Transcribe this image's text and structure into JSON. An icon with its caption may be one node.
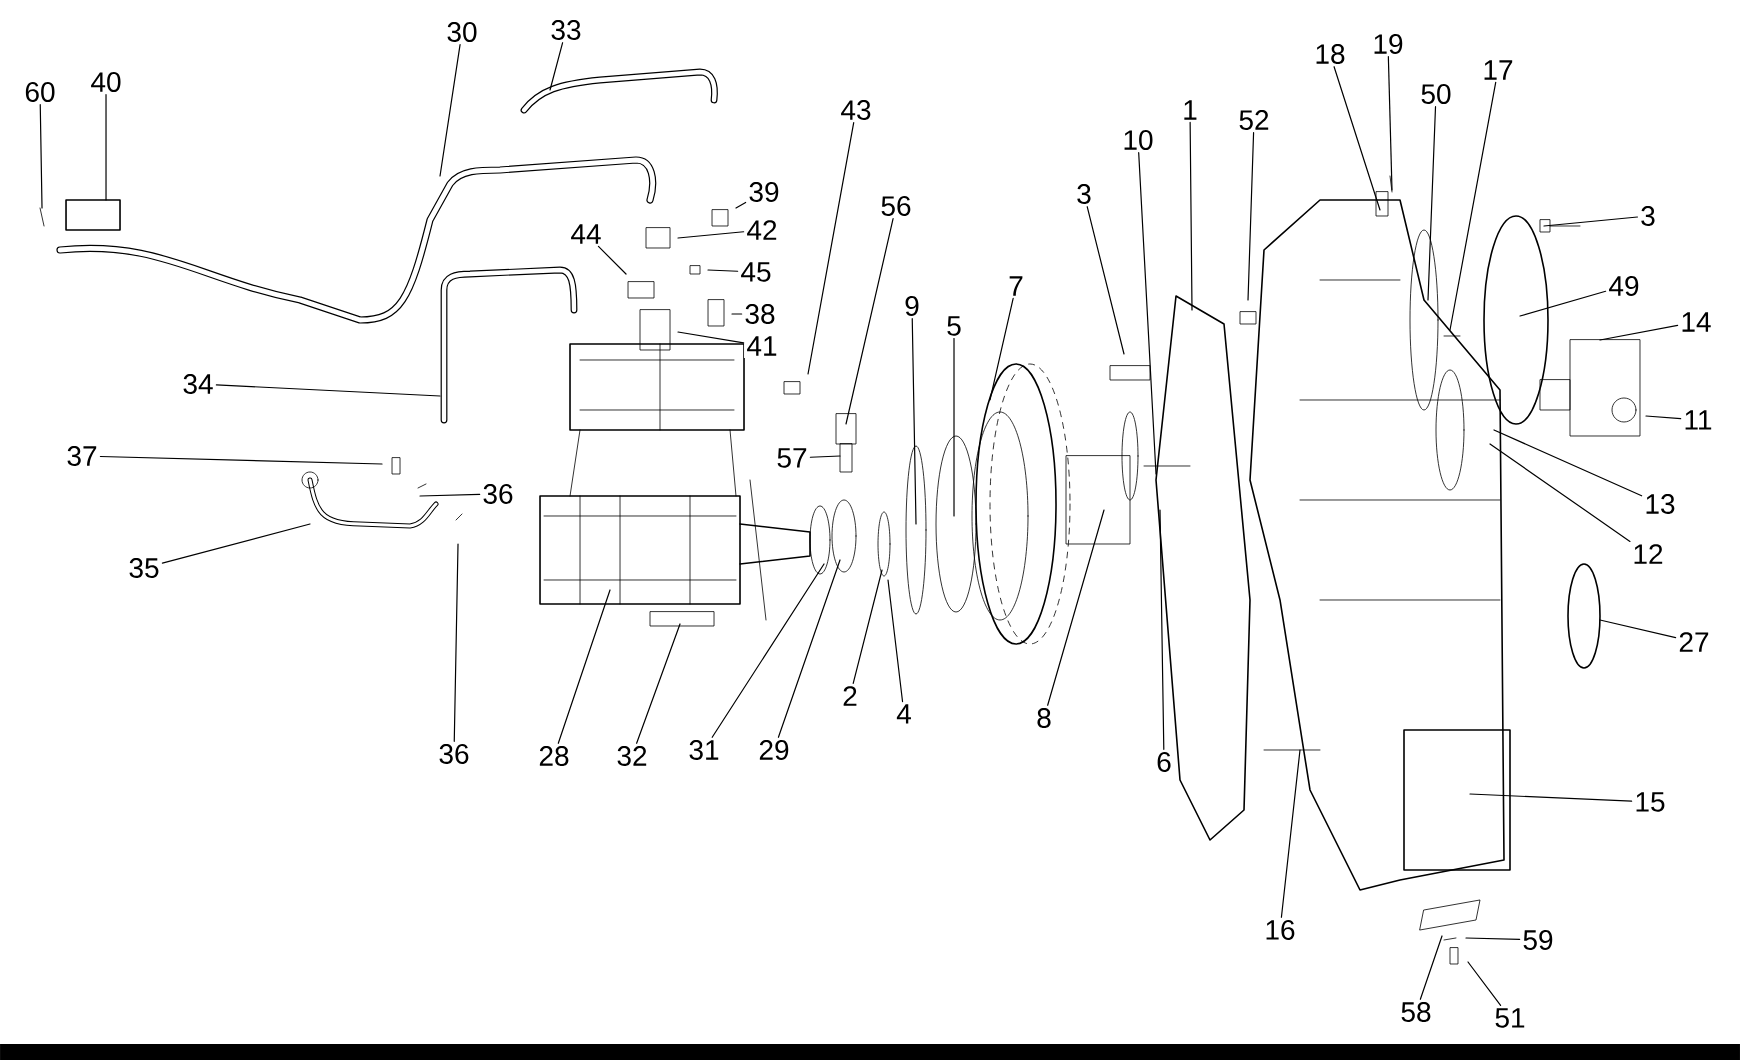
{
  "diagram": {
    "nodes": [
      {
        "text": [
          "30"
        ]
      },
      {
        "text": [
          "33"
        ]
      },
      {
        "text": [
          "60"
        ]
      },
      {
        "text": [
          "40"
        ]
      },
      {
        "text": [
          "43"
        ]
      },
      {
        "text": [
          "18"
        ]
      },
      {
        "text": [
          "19"
        ]
      },
      {
        "text": [
          "50"
        ]
      },
      {
        "text": [
          "17"
        ]
      },
      {
        "text": [
          "10"
        ]
      },
      {
        "text": [
          "1"
        ]
      },
      {
        "text": [
          "52"
        ]
      },
      {
        "text": [
          "3"
        ]
      },
      {
        "text": [
          "3"
        ]
      },
      {
        "text": [
          "56"
        ]
      },
      {
        "text": [
          "39"
        ]
      },
      {
        "text": [
          "42"
        ]
      },
      {
        "text": [
          "44"
        ]
      },
      {
        "text": [
          "45"
        ]
      },
      {
        "text": [
          "49"
        ]
      },
      {
        "text": [
          "9"
        ]
      },
      {
        "text": [
          "5"
        ]
      },
      {
        "text": [
          "7"
        ]
      },
      {
        "text": [
          "38"
        ]
      },
      {
        "text": [
          "14"
        ]
      },
      {
        "text": [
          "41"
        ]
      },
      {
        "text": [
          "34"
        ]
      },
      {
        "text": [
          "11"
        ]
      },
      {
        "text": [
          "57"
        ]
      },
      {
        "text": [
          "37"
        ]
      },
      {
        "text": [
          "36"
        ]
      },
      {
        "text": [
          "13"
        ]
      },
      {
        "text": [
          "35"
        ]
      },
      {
        "text": [
          "12"
        ]
      },
      {
        "text": [
          "27"
        ]
      },
      {
        "text": [
          "8"
        ]
      },
      {
        "text": [
          "28"
        ]
      },
      {
        "text": [
          "32"
        ]
      },
      {
        "text": [
          "31"
        ]
      },
      {
        "text": [
          "29"
        ]
      },
      {
        "text": [
          "2"
        ]
      },
      {
        "text": [
          "4"
        ]
      },
      {
        "text": [
          "6"
        ]
      },
      {
        "text": [
          "36"
        ]
      },
      {
        "text": [
          "16"
        ]
      },
      {
        "text": [
          "15"
        ]
      },
      {
        "text": [
          "59"
        ]
      },
      {
        "text": [
          "58"
        ]
      },
      {
        "text": [
          "51"
        ]
      }
    ],
    "edges": [
      {
        "from": 0,
        "to": null,
        "arrow": "none"
      },
      {
        "from": 1,
        "to": null,
        "arrow": "none"
      },
      {
        "from": 2,
        "to": null,
        "arrow": "none"
      },
      {
        "from": 3,
        "to": null,
        "arrow": "none"
      },
      {
        "from": 4,
        "to": null,
        "arrow": "none"
      },
      {
        "from": 5,
        "to": null,
        "arrow": "none"
      },
      {
        "from": 6,
        "to": null,
        "arrow": "none"
      },
      {
        "from": 7,
        "to": null,
        "arrow": "none"
      },
      {
        "from": 8,
        "to": null,
        "arrow": "none"
      },
      {
        "from": 9,
        "to": null,
        "arrow": "none"
      },
      {
        "from": 10,
        "to": null,
        "arrow": "none"
      },
      {
        "from": 11,
        "to": null,
        "arrow": "none"
      },
      {
        "from": 12,
        "to": null,
        "arrow": "none"
      },
      {
        "from": 13,
        "to": null,
        "arrow": "none"
      },
      {
        "from": 14,
        "to": null,
        "arrow": "none"
      },
      {
        "from": 15,
        "to": null,
        "arrow": "none"
      },
      {
        "from": 16,
        "to": null,
        "arrow": "none"
      },
      {
        "from": 17,
        "to": null,
        "arrow": "none"
      },
      {
        "from": 18,
        "to": null,
        "arrow": "none"
      },
      {
        "from": 19,
        "to": null,
        "arrow": "none"
      },
      {
        "from": 20,
        "to": null,
        "arrow": "none"
      },
      {
        "from": 21,
        "to": null,
        "arrow": "none"
      },
      {
        "from": 22,
        "to": null,
        "arrow": "none"
      },
      {
        "from": 23,
        "to": null,
        "arrow": "none"
      },
      {
        "from": 24,
        "to": null,
        "arrow": "none"
      },
      {
        "from": 25,
        "to": null,
        "arrow": "none"
      },
      {
        "from": 26,
        "to": null,
        "arrow": "none"
      },
      {
        "from": 27,
        "to": null,
        "arrow": "none"
      },
      {
        "from": 28,
        "to": null,
        "arrow": "none"
      },
      {
        "from": 29,
        "to": null,
        "arrow": "none"
      },
      {
        "from": 30,
        "to": null,
        "arrow": "none"
      },
      {
        "from": 31,
        "to": null,
        "arrow": "none"
      },
      {
        "from": 32,
        "to": null,
        "arrow": "none"
      },
      {
        "from": 33,
        "to": null,
        "arrow": "none"
      },
      {
        "from": 34,
        "to": null,
        "arrow": "none"
      },
      {
        "from": 35,
        "to": null,
        "arrow": "none"
      },
      {
        "from": 36,
        "to": null,
        "arrow": "none"
      },
      {
        "from": 37,
        "to": null,
        "arrow": "none"
      },
      {
        "from": 38,
        "to": null,
        "arrow": "none"
      },
      {
        "from": 39,
        "to": null,
        "arrow": "none"
      },
      {
        "from": 40,
        "to": null,
        "arrow": "none"
      },
      {
        "from": 41,
        "to": null,
        "arrow": "none"
      },
      {
        "from": 42,
        "to": null,
        "arrow": "none"
      },
      {
        "from": 43,
        "to": null,
        "arrow": "none"
      },
      {
        "from": 44,
        "to": null,
        "arrow": "none"
      },
      {
        "from": 45,
        "to": null,
        "arrow": "none"
      },
      {
        "from": 46,
        "to": null,
        "arrow": "none"
      },
      {
        "from": 47,
        "to": null,
        "arrow": "none"
      },
      {
        "from": 48,
        "to": null,
        "arrow": "none"
      }
    ]
  }
}
